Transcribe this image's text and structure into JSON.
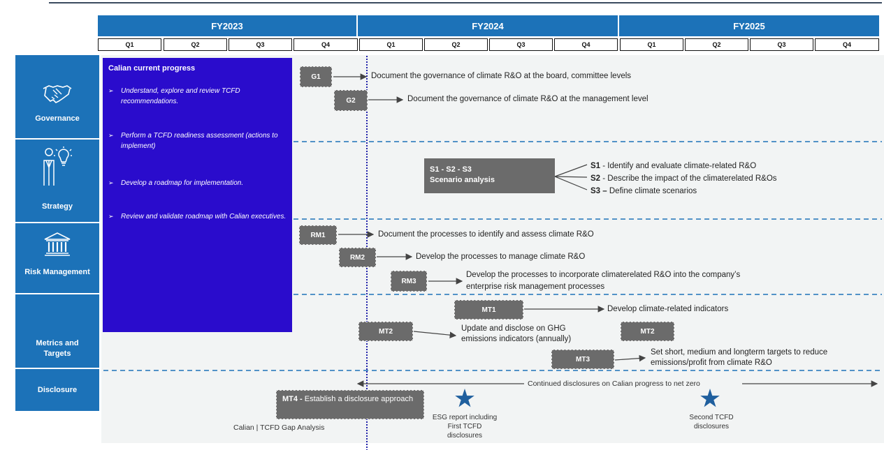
{
  "timeline": {
    "years": [
      "FY2023",
      "FY2024",
      "FY2025"
    ],
    "quarters": [
      "Q1",
      "Q2",
      "Q3",
      "Q4",
      "Q1",
      "Q2",
      "Q3",
      "Q4",
      "Q1",
      "Q2",
      "Q3",
      "Q4"
    ]
  },
  "categories": {
    "governance": "Governance",
    "strategy": "Strategy",
    "risk": "Risk Management",
    "metrics": "Metrics and Targets",
    "disclosure": "Disclosure"
  },
  "progress": {
    "title": "Calian current progress",
    "bullet": "➢",
    "items": [
      "Understand, explore and review TCFD recommendations.",
      "Perform a TCFD readiness assessment (actions to implement)",
      "Develop a roadmap for implementation.",
      "Review and validate roadmap with Calian executives."
    ]
  },
  "governance": {
    "g1": {
      "label": "G1",
      "text": "Document the governance of climate R&O at the board, committee levels"
    },
    "g2": {
      "label": "G2",
      "text": "Document the governance of climate R&O at the management level"
    }
  },
  "strategy": {
    "box_line1": "S1 - S2 - S3",
    "box_line2": "Scenario analysis",
    "s1_code": "S1",
    "s1_text": " - Identify and evaluate climate-related R&O",
    "s2_code": "S2",
    "s2_text": " - Describe the impact of the climaterelated R&Os",
    "s3_code": "S3 –",
    "s3_text": " Define climate scenarios"
  },
  "risk": {
    "rm1": {
      "label": "RM1",
      "text": "Document the processes to identify and assess climate R&O"
    },
    "rm2": {
      "label": "RM2",
      "text": "Develop the processes to manage climate R&O"
    },
    "rm3": {
      "label": "RM3",
      "text_line1": "Develop the processes to incorporate climaterelated R&O into the company’s",
      "text_line2": "enterprise risk management processes"
    }
  },
  "metrics": {
    "mt1": {
      "label": "MT1",
      "text": "Develop climate-related indicators"
    },
    "mt2": {
      "label": "MT2",
      "text_line1": "Update and disclose on GHG",
      "text_line2": "emissions indicators (annually)"
    },
    "mt2b": {
      "label": "MT2"
    },
    "mt3": {
      "label": "MT3",
      "text_line1": "Set short, medium and longterm targets to reduce",
      "text_line2": "emissions/profit from climate R&O"
    }
  },
  "disclosure": {
    "continued": "Continued disclosures on Calian progress to net zero",
    "mt4_code": "MT4 -",
    "mt4_text": " Establish a disclosure approach",
    "footer": "Calian | TCFD Gap Analysis",
    "esg_line1": "ESG report including",
    "esg_line2": "First TCFD",
    "esg_line3": "disclosures",
    "second_line1": "Second  TCFD",
    "second_line2": "disclosures"
  },
  "colors": {
    "header_blue": "#1c72b8",
    "progress_purple": "#2a0ccc",
    "box_gray": "#6b6b6b",
    "today_line": "#2222aa",
    "star_blue": "#1f5f9e"
  }
}
